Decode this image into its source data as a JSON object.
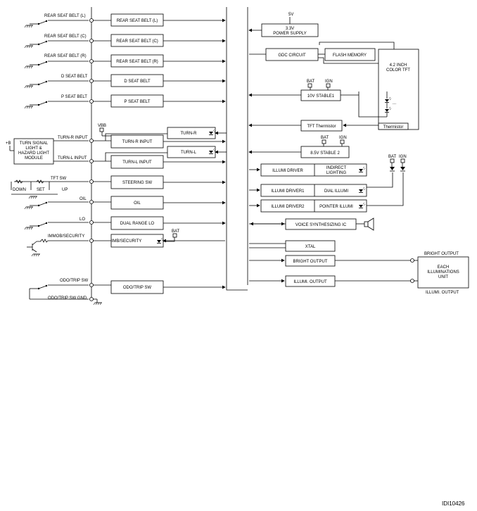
{
  "inputs": {
    "rear_seat_belt_l": "REAR SEAT BELT (L)",
    "rear_seat_belt_c": "REAR SEAT BELT (C)",
    "rear_seat_belt_r": "REAR SEAT BELT (R)",
    "d_seat_belt": "D SEAT BELT",
    "p_seat_belt": "P SEAT BELT",
    "turn_r_input": "TURN-R INPUT",
    "turn_l_input": "TURN-L INPUT",
    "tft_sw": "TFT SW",
    "oil": "OIL",
    "lo": "LO",
    "immob_security": "IMMOB/SECURITY",
    "odo_trip_sw": "ODO/TRIP SW",
    "odo_trip_sw_gnd": "ODO/TRIP SW GND",
    "plus_b": "+B",
    "turn_module": [
      "TURN SIGNAL",
      "LIGHT &",
      "HAZARD LIGHT",
      "MODULE"
    ],
    "down": "DOWN",
    "set": "SET",
    "up": "UP",
    "vbb": "VBB"
  },
  "blocks": {
    "rear_seat_belt_l": "REAR SEAT BELT (L)",
    "rear_seat_belt_c": "REAR SEAT BELT (C)",
    "rear_seat_belt_r": "REAR SEAT BELT (R)",
    "d_seat_belt": "D SEAT BELT",
    "p_seat_belt": "P SEAT BELT",
    "turn_r": "TURN-R",
    "turn_r_input": "TURN-R INPUT",
    "turn_l": "TURN-L",
    "turn_l_input": "TURN-L INPUT",
    "steering_sw": "STEERING SW",
    "oil": "OIL",
    "dual_range_lo": "DUAL RANGE LO",
    "imb_security": "IMB/SECURITY",
    "odo_trip_sw": "ODO/TRIP SW"
  },
  "right": {
    "v5": "5V",
    "v33": "3.3V",
    "power_supply": "POWER SUPPLY",
    "gdc_circuit": "GDC CIRCUIT",
    "flash_memory": "FLASH MEMORY",
    "tft_display": [
      "4.2 INCH",
      "COLOR TFT"
    ],
    "ellipsis": "...",
    "bat": "BAT",
    "ign": "IGN",
    "stable1": "10V STABLE1",
    "tft_thermistor": "TFT Thermistor",
    "thermistor": "Thermistor",
    "stable2": "8.5V STABLE 2",
    "illumi_driver": "ILLUMI DRIVER",
    "indirect_lighting": [
      "INDIRECT",
      "LIGHTING"
    ],
    "illumi_driver1": "ILLUMI DRIVER1",
    "dial_illumi": "DIAL ILLUMI",
    "illumi_driver2": "ILLUMI DRIVER2",
    "pointer_illumi": "POINTER ILLUMI",
    "voice_ic": "VOICE SYNTHESIZING IC",
    "xtal": "XTAL",
    "bright_output": "BRIGHT OUTPUT",
    "illumi_output": "ILLUMI. OUTPUT",
    "bright_output_ext": "BRIGHT OUTPUT",
    "illumi_output_ext": "ILLUMI. OUTPUT",
    "each_unit": [
      "EACH",
      "ILLUMINATIONS",
      "UNIT"
    ]
  },
  "figure_code": "IDI10426"
}
